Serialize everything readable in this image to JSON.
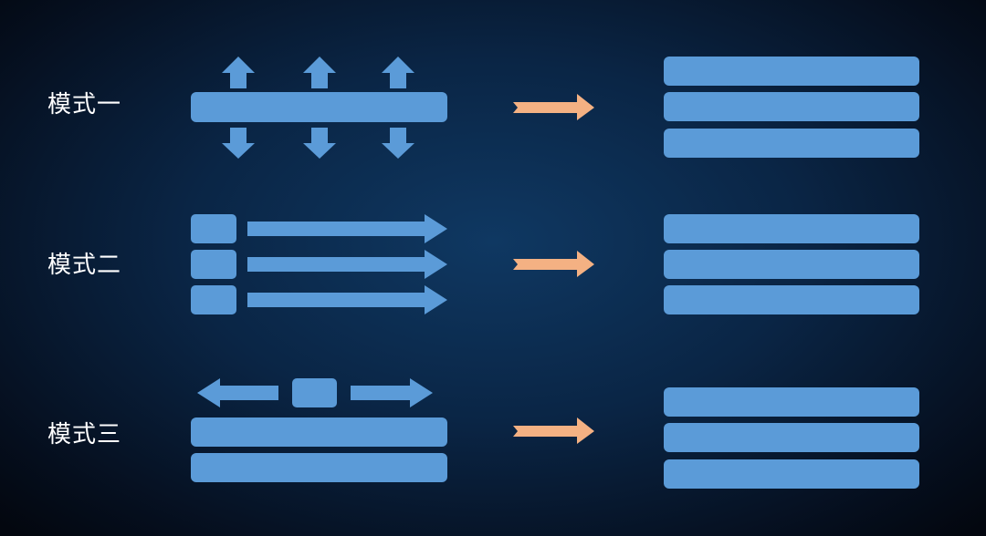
{
  "modes": [
    {
      "label": "模式一"
    },
    {
      "label": "模式二"
    },
    {
      "label": "模式三"
    }
  ],
  "colors": {
    "block": "#5b9bd8",
    "arrow": "#f4b183",
    "text": "#ffffff"
  }
}
